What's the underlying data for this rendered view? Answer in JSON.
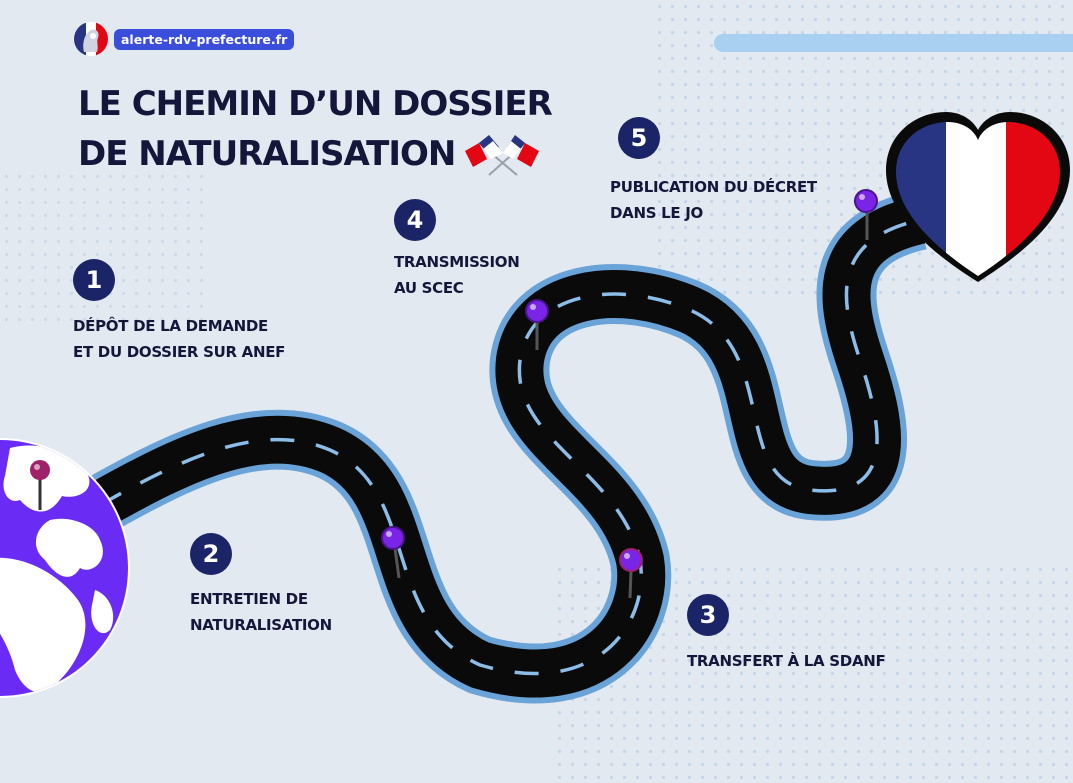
{
  "brand": {
    "site": "alerte-rdv-prefecture.fr"
  },
  "title": {
    "line1": "LE CHEMIN D’UN DOSSIER",
    "line2": "DE NATURALISATION"
  },
  "steps": [
    {
      "number": "1",
      "lines": [
        "DÉPÔT DE LA DEMANDE",
        "ET DU DOSSIER SUR ANEF"
      ]
    },
    {
      "number": "2",
      "lines": [
        "ENTRETIEN DE",
        "NATURALISATION"
      ]
    },
    {
      "number": "3",
      "lines": [
        "TRANSFERT À LA SDANF"
      ]
    },
    {
      "number": "4",
      "lines": [
        "TRANSMISSION",
        "AU SCEC"
      ]
    },
    {
      "number": "5",
      "lines": [
        "PUBLICATION DU DÉCRET",
        "DANS LE JO"
      ]
    }
  ],
  "colors": {
    "navy": "#1a2466",
    "road": "#0a0a0a",
    "road_border": "#6aa3d8",
    "globe": "#6a2cf5",
    "flag_blue": "#283583",
    "flag_red": "#e30613",
    "pin": "#7a24e8"
  },
  "icons": [
    "marianne-logo-icon",
    "crossed-flags-icon",
    "globe-icon",
    "heart-flag-icon",
    "map-pin-icon"
  ]
}
